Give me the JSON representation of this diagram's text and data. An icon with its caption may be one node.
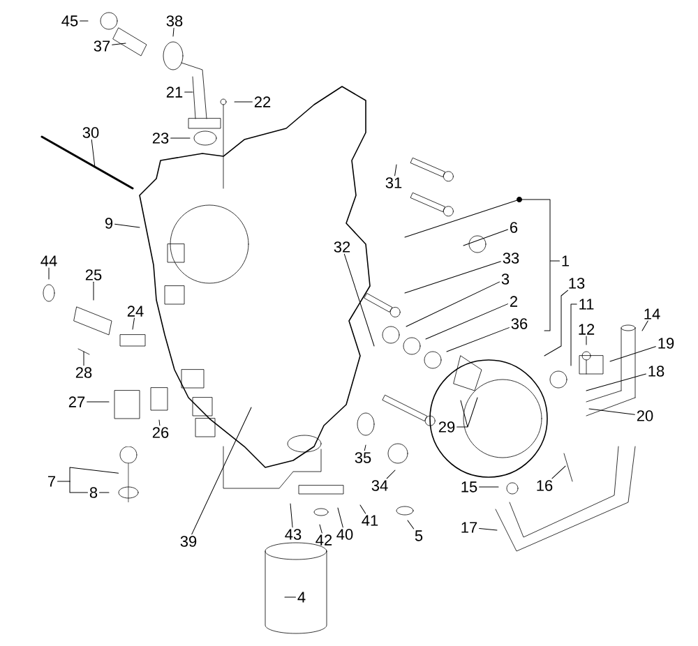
{
  "diagram": {
    "nodes": [
      {
        "text": [
          "45"
        ]
      },
      {
        "text": [
          "37"
        ]
      },
      {
        "text": [
          "38"
        ]
      },
      {
        "text": [
          "21"
        ]
      },
      {
        "text": [
          "22"
        ]
      },
      {
        "text": [
          "23"
        ]
      },
      {
        "text": [
          "30"
        ]
      },
      {
        "text": [
          "9"
        ]
      },
      {
        "text": [
          "31"
        ]
      },
      {
        "text": [
          "6"
        ]
      },
      {
        "text": [
          "33"
        ]
      },
      {
        "text": [
          "1"
        ]
      },
      {
        "text": [
          "3"
        ]
      },
      {
        "text": [
          "2"
        ]
      },
      {
        "text": [
          "36"
        ]
      },
      {
        "text": [
          "32"
        ]
      },
      {
        "text": [
          "44"
        ]
      },
      {
        "text": [
          "25"
        ]
      },
      {
        "text": [
          "24"
        ]
      },
      {
        "text": [
          "13"
        ]
      },
      {
        "text": [
          "11"
        ]
      },
      {
        "text": [
          "12"
        ]
      },
      {
        "text": [
          "14"
        ]
      },
      {
        "text": [
          "19"
        ]
      },
      {
        "text": [
          "18"
        ]
      },
      {
        "text": [
          "28"
        ]
      },
      {
        "text": [
          "27"
        ]
      },
      {
        "text": [
          "26"
        ]
      },
      {
        "text": [
          "20"
        ]
      },
      {
        "text": [
          "29"
        ]
      },
      {
        "text": [
          "35"
        ]
      },
      {
        "text": [
          "7"
        ]
      },
      {
        "text": [
          "8"
        ]
      },
      {
        "text": [
          "34"
        ]
      },
      {
        "text": [
          "15"
        ]
      },
      {
        "text": [
          "16"
        ]
      },
      {
        "text": [
          "41"
        ]
      },
      {
        "text": [
          "5"
        ]
      },
      {
        "text": [
          "17"
        ]
      },
      {
        "text": [
          "39"
        ]
      },
      {
        "text": [
          "43"
        ]
      },
      {
        "text": [
          "42"
        ]
      },
      {
        "text": [
          "40"
        ]
      },
      {
        "text": [
          "4"
        ]
      },
      {
        "text": [],
        "shape": "picture"
      }
    ],
    "edges": [
      {
        "from": 0,
        "to": null,
        "arrow": "none"
      },
      {
        "from": 1,
        "to": null,
        "arrow": "none"
      },
      {
        "from": 2,
        "to": null,
        "arrow": "none"
      },
      {
        "from": 3,
        "to": null,
        "arrow": "none"
      },
      {
        "from": 4,
        "to": null,
        "arrow": "none"
      },
      {
        "from": 5,
        "to": null,
        "arrow": "none"
      },
      {
        "from": 6,
        "to": null,
        "arrow": "none"
      },
      {
        "from": 7,
        "to": null,
        "arrow": "none"
      },
      {
        "from": 8,
        "to": null,
        "arrow": "none"
      },
      {
        "from": 9,
        "to": null,
        "arrow": "none"
      },
      {
        "from": 10,
        "to": null,
        "arrow": "none"
      },
      {
        "from": 12,
        "to": null,
        "arrow": "none"
      },
      {
        "from": 13,
        "to": null,
        "arrow": "none"
      },
      {
        "from": 14,
        "to": null,
        "arrow": "none"
      },
      {
        "from": 15,
        "to": null,
        "arrow": "none"
      },
      {
        "from": 16,
        "to": null,
        "arrow": "none"
      },
      {
        "from": 17,
        "to": null,
        "arrow": "none"
      },
      {
        "from": 18,
        "to": null,
        "arrow": "none"
      },
      {
        "from": 19,
        "to": null,
        "arrow": "none"
      },
      {
        "from": 20,
        "to": null,
        "arrow": "none"
      },
      {
        "from": 21,
        "to": null,
        "arrow": "none"
      },
      {
        "from": 22,
        "to": null,
        "arrow": "none"
      },
      {
        "from": 23,
        "to": null,
        "arrow": "none"
      },
      {
        "from": 24,
        "to": null,
        "arrow": "none"
      },
      {
        "from": 25,
        "to": null,
        "arrow": "none"
      },
      {
        "from": 26,
        "to": null,
        "arrow": "none"
      },
      {
        "from": 27,
        "to": null,
        "arrow": "none"
      },
      {
        "from": 28,
        "to": null,
        "arrow": "none"
      },
      {
        "from": 29,
        "to": null,
        "arrow": "none"
      },
      {
        "from": 30,
        "to": null,
        "arrow": "none"
      },
      {
        "from": 31,
        "to": 32,
        "arrow": "none"
      },
      {
        "from": 31,
        "to": 44,
        "arrow": "none"
      },
      {
        "from": 32,
        "to": null,
        "arrow": "none"
      },
      {
        "from": 33,
        "to": null,
        "arrow": "none"
      },
      {
        "from": 34,
        "to": null,
        "arrow": "none"
      },
      {
        "from": 35,
        "to": null,
        "arrow": "none"
      },
      {
        "from": 36,
        "to": null,
        "arrow": "none"
      },
      {
        "from": 37,
        "to": null,
        "arrow": "none"
      },
      {
        "from": 38,
        "to": null,
        "arrow": "none"
      },
      {
        "from": 39,
        "to": null,
        "arrow": "none"
      },
      {
        "from": 40,
        "to": null,
        "arrow": "none"
      },
      {
        "from": 41,
        "to": null,
        "arrow": "none"
      },
      {
        "from": 42,
        "to": null,
        "arrow": "none"
      },
      {
        "from": 43,
        "to": null,
        "arrow": "none"
      },
      {
        "from": 11,
        "to": null,
        "arrow": "none"
      }
    ]
  }
}
